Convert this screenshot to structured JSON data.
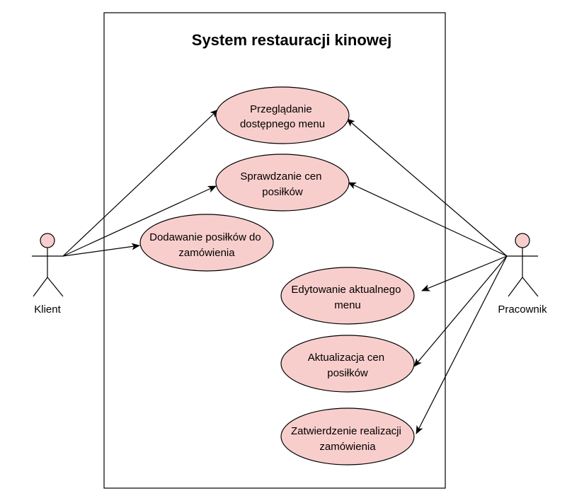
{
  "system": {
    "title": "System restauracji kinowej"
  },
  "actors": [
    {
      "id": "klient",
      "label": "Klient"
    },
    {
      "id": "pracownik",
      "label": "Pracownik"
    }
  ],
  "use_cases": [
    {
      "id": "uc1",
      "lines": [
        "Przeglądanie",
        "dostępnego menu"
      ]
    },
    {
      "id": "uc2",
      "lines": [
        "Sprawdzanie cen",
        "posiłków"
      ]
    },
    {
      "id": "uc3",
      "lines": [
        "Dodawanie posiłków do",
        "zamówienia"
      ]
    },
    {
      "id": "uc4",
      "lines": [
        "Edytowanie aktualnego",
        "menu"
      ]
    },
    {
      "id": "uc5",
      "lines": [
        "Aktualizacja cen",
        "posiłków"
      ]
    },
    {
      "id": "uc6",
      "lines": [
        "Zatwierdzenie realizacji",
        "zamówienia"
      ]
    }
  ],
  "associations": [
    {
      "from": "klient",
      "to": "uc1"
    },
    {
      "from": "klient",
      "to": "uc2"
    },
    {
      "from": "klient",
      "to": "uc3"
    },
    {
      "from": "pracownik",
      "to": "uc1"
    },
    {
      "from": "pracownik",
      "to": "uc2"
    },
    {
      "from": "pracownik",
      "to": "uc4"
    },
    {
      "from": "pracownik",
      "to": "uc5"
    },
    {
      "from": "pracownik",
      "to": "uc6"
    }
  ],
  "colors": {
    "use_case_fill": "#f8cecc",
    "stroke": "#000000",
    "actor_head_fill": "#f8cecc",
    "background": "#ffffff"
  }
}
